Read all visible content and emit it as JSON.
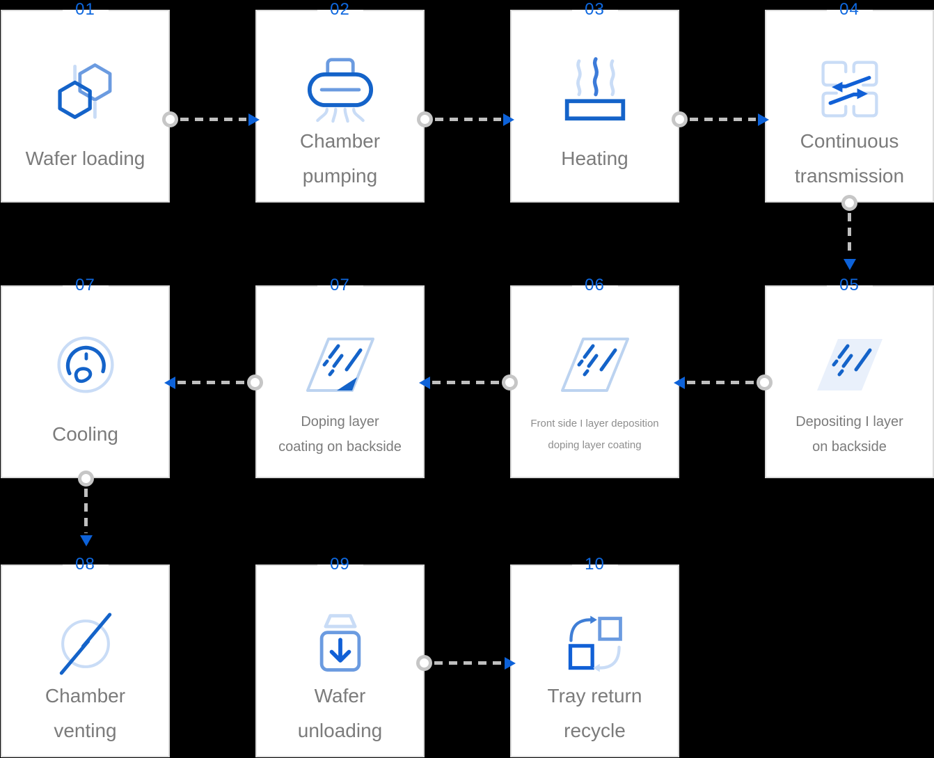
{
  "palette": {
    "number_blue": "#0E68DF",
    "arrow_blue": "#0D62D9",
    "icon_dark_blue": "#1463C9",
    "icon_medium_blue": "#6B9BE0",
    "icon_light_blue": "#C9DCF6",
    "label_gray": "#7B7B7B",
    "card_border": "#DBDBDB",
    "card_background": "#FFFFFF",
    "page_background": "#000000",
    "connector_gray": "#BFBFBF"
  },
  "steps": [
    {
      "number": "01",
      "lines": [
        "Wafer loading"
      ],
      "icon": "molecule-icon"
    },
    {
      "number": "02",
      "lines": [
        "Chamber",
        "pumping"
      ],
      "icon": "pump-icon"
    },
    {
      "number": "03",
      "lines": [
        "Heating"
      ],
      "icon": "heater-icon"
    },
    {
      "number": "04",
      "lines": [
        "Continuous",
        "transmission"
      ],
      "icon": "transfer-icon"
    },
    {
      "number": "05",
      "lines": [
        "Depositing I layer",
        "on backside"
      ],
      "icon": "wafer-filled-icon"
    },
    {
      "number": "06",
      "lines": [
        "Front side I layer deposition",
        "doping layer coating"
      ],
      "icon": "wafer-outline-icon"
    },
    {
      "number": "07",
      "lines": [
        "Doping layer",
        "coating on backside"
      ],
      "icon": "wafer-folded-corner-icon"
    },
    {
      "number": "07",
      "lines": [
        "Cooling"
      ],
      "icon": "gauge-icon"
    },
    {
      "number": "08",
      "lines": [
        "Chamber",
        "venting"
      ],
      "icon": "venting-icon"
    },
    {
      "number": "09",
      "lines": [
        "Wafer",
        "unloading"
      ],
      "icon": "unloading-icon"
    },
    {
      "number": "10",
      "lines": [
        "Tray return",
        "recycle"
      ],
      "icon": "recycle-icon"
    }
  ],
  "connectors": [
    {
      "from": "01",
      "to": "02",
      "direction": "right"
    },
    {
      "from": "02",
      "to": "03",
      "direction": "right"
    },
    {
      "from": "03",
      "to": "04",
      "direction": "right"
    },
    {
      "from": "04",
      "to": "05",
      "direction": "down"
    },
    {
      "from": "05",
      "to": "06",
      "direction": "left"
    },
    {
      "from": "06",
      "to": "07",
      "direction": "left"
    },
    {
      "from": "07",
      "to": "07-cooling",
      "direction": "left"
    },
    {
      "from": "07-cooling",
      "to": "08",
      "direction": "down"
    },
    {
      "from": "09",
      "to": "10",
      "direction": "right"
    }
  ]
}
